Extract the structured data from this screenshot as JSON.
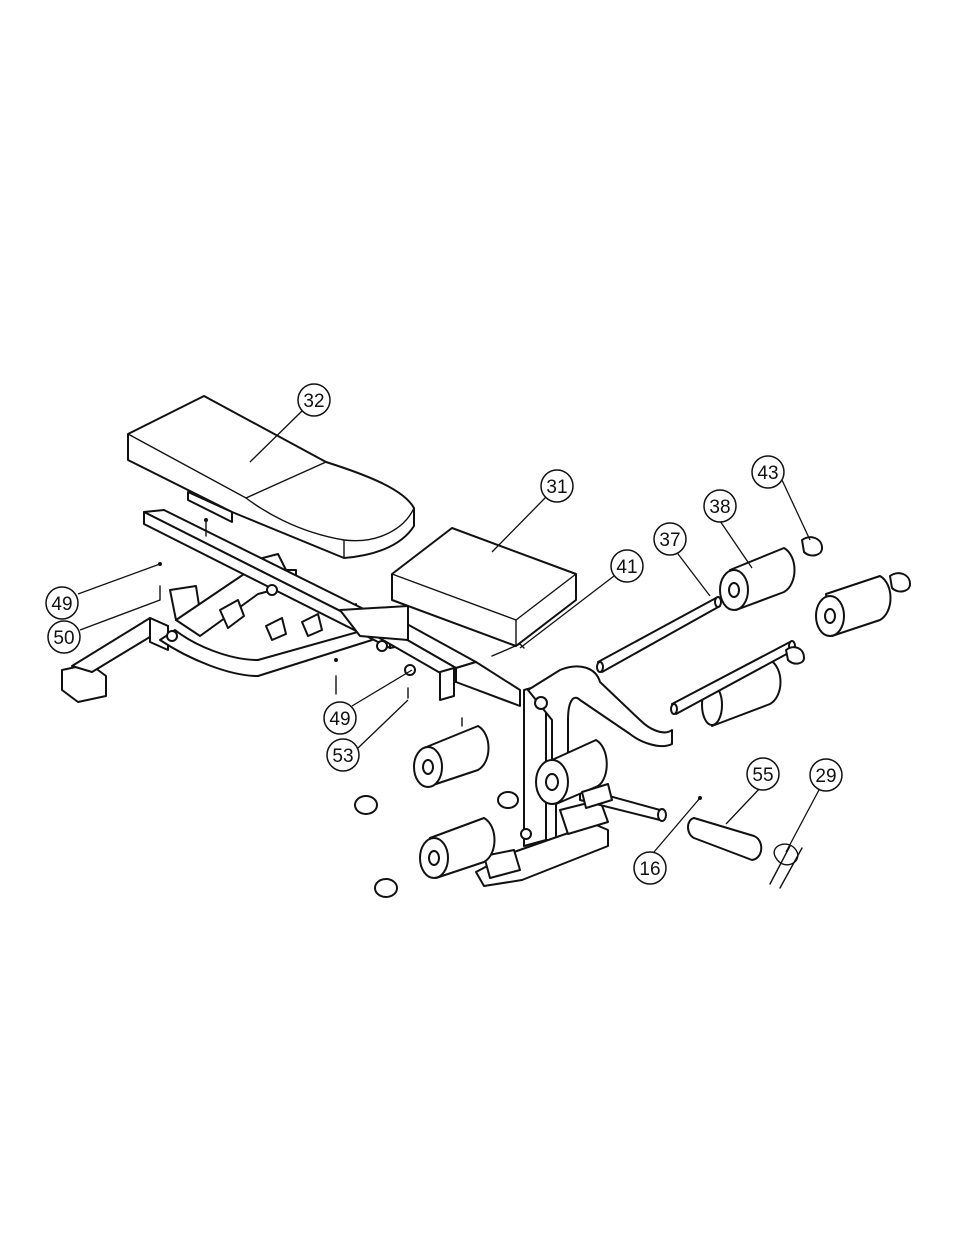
{
  "diagram": {
    "callouts": [
      {
        "id": "c32",
        "label": "32"
      },
      {
        "id": "c31",
        "label": "31"
      },
      {
        "id": "c43",
        "label": "43"
      },
      {
        "id": "c38",
        "label": "38"
      },
      {
        "id": "c37",
        "label": "37"
      },
      {
        "id": "c41",
        "label": "41"
      },
      {
        "id": "c49a",
        "label": "49"
      },
      {
        "id": "c50",
        "label": "50"
      },
      {
        "id": "c49b",
        "label": "49"
      },
      {
        "id": "c53",
        "label": "53"
      },
      {
        "id": "c55",
        "label": "55"
      },
      {
        "id": "c29",
        "label": "29"
      },
      {
        "id": "c16",
        "label": "16"
      }
    ]
  }
}
